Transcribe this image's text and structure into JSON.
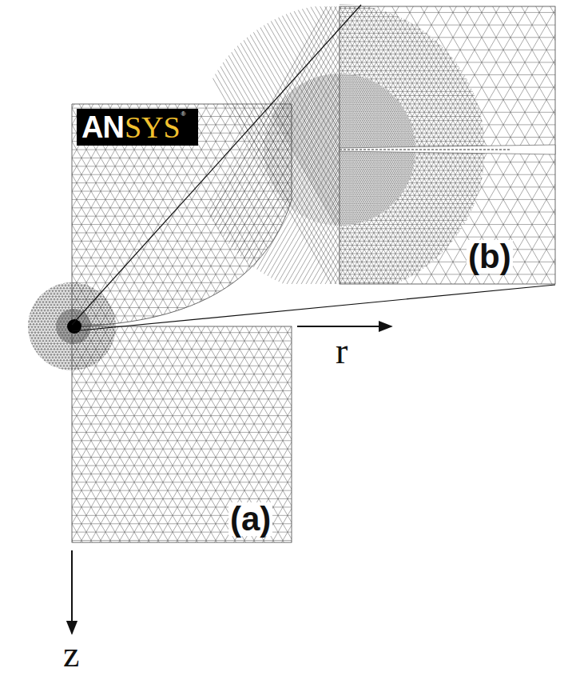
{
  "diagram": {
    "labels": [
      "AN",
      "SYS",
      "®",
      "(b)",
      "r",
      "(a)",
      "z"
    ]
  }
}
